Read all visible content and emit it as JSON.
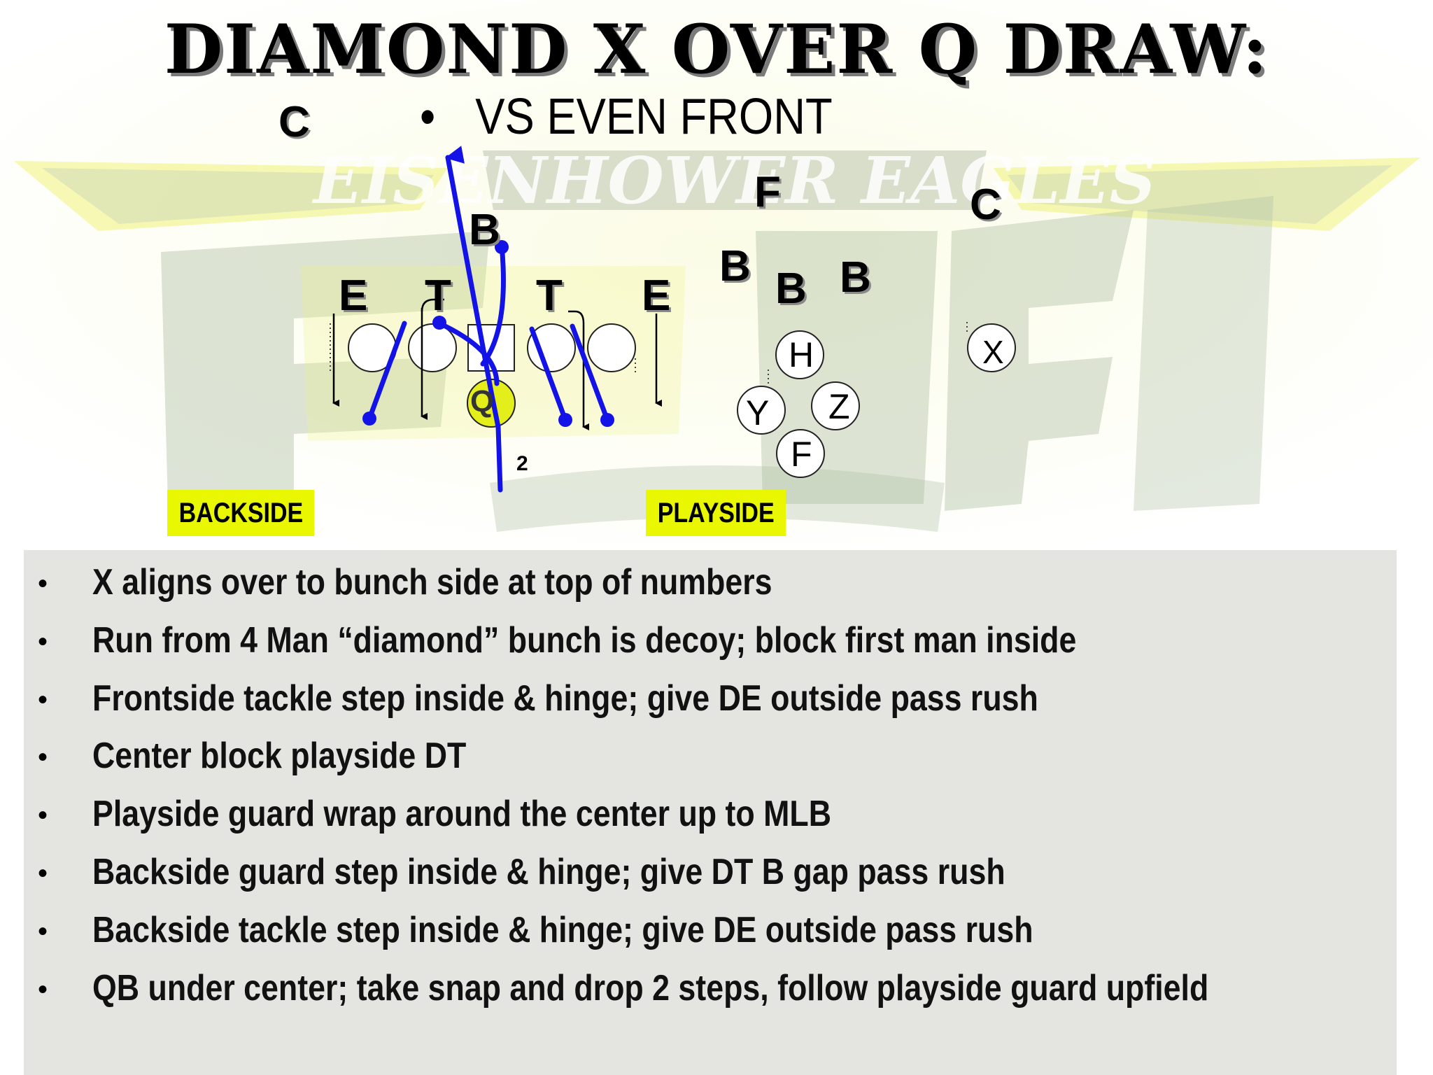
{
  "title": "DIAMOND X OVER Q DRAW:",
  "subtitle": "VS EVEN FRONT",
  "subtitle_bullet": "•",
  "watermark": "EISENHOWER EAGLES",
  "defense_labels": {
    "c_left": "C",
    "c_right": "C",
    "free_safety": "F",
    "mike": "B",
    "backer_1": "B",
    "backer_2": "B",
    "backer_3": "B",
    "end_left": "E",
    "tackle_left": "T",
    "tackle_right": "T",
    "end_right": "E"
  },
  "offense_labels": {
    "qb": "Q",
    "h": "H",
    "y": "Y",
    "z": "Z",
    "f": "F",
    "x": "X",
    "qb_steps": "2"
  },
  "tags": {
    "backside": "BACKSIDE",
    "playside": "PLAYSIDE"
  },
  "colors": {
    "route_blue": "#1313e8",
    "qb_fill": "#e4ee1a",
    "tag_fill": "#e9f700",
    "notes_bg": "#e4e4e1",
    "logo_green": "#aebfa2",
    "logo_yellow": "#eef27a"
  },
  "notes": [
    "X aligns over to bunch side at top of numbers",
    "Run from 4 Man “diamond” bunch is decoy; block first man inside",
    "Frontside tackle step inside & hinge; give DE outside pass rush",
    "Center block playside DT",
    "Playside guard wrap around the center up to MLB",
    "Backside guard step inside & hinge; give DT B gap pass rush",
    "Backside tackle step inside & hinge; give DE outside pass rush",
    "QB under center; take snap and drop 2 steps, follow playside guard upfield"
  ],
  "note_bullet": "•"
}
